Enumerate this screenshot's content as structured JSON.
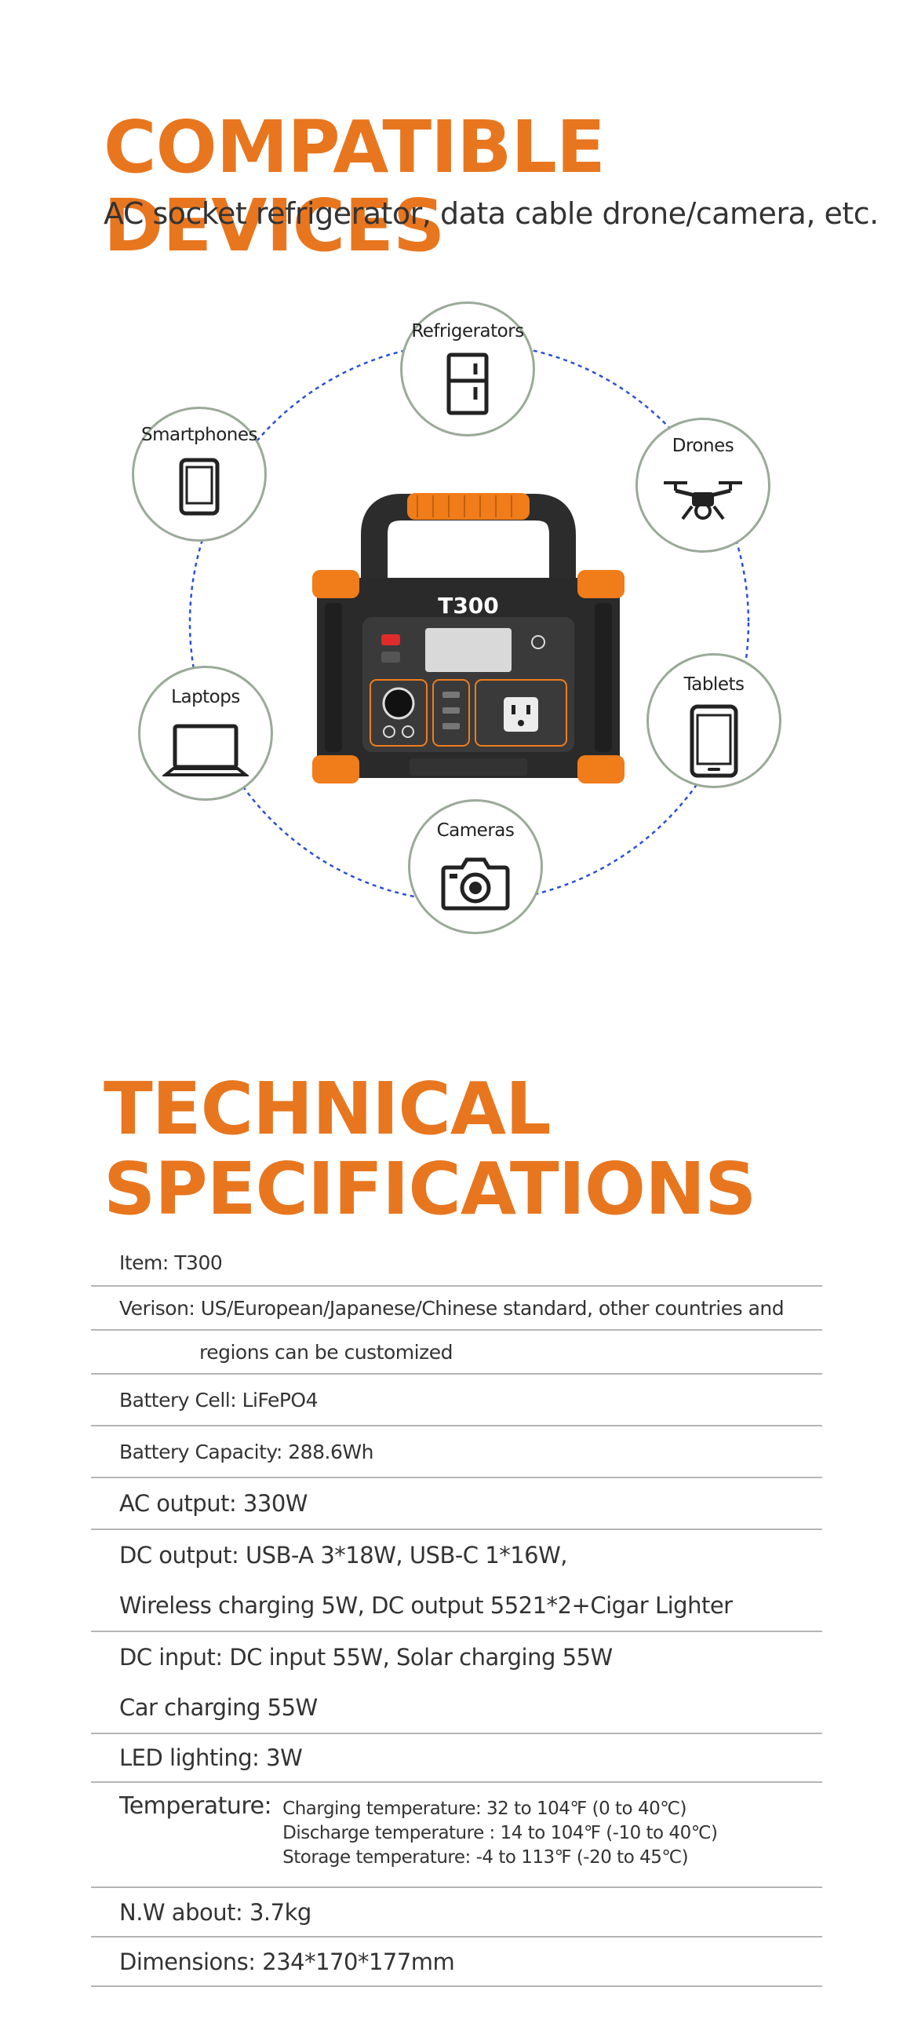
{
  "compatible": {
    "title": "COMPATIBLE DEVICES",
    "subtitle": "AC socket refrigerator, data cable drone/camera, etc.",
    "devices": {
      "refrigerators": "Refrigerators",
      "smartphones": "Smartphones",
      "drones": "Drones",
      "laptops": "Laptops",
      "tablets": "Tablets",
      "cameras": "Cameras"
    },
    "product_label": "T300",
    "colors": {
      "accent": "#e8761f",
      "ring": "#2b4fd6",
      "circle_border": "#9aaa98"
    }
  },
  "technical": {
    "title_line1": "TECHNICAL",
    "title_line2": "SPECIFICATIONS",
    "rows": {
      "item": "Item: T300",
      "version_1": "Verison: US/European/Japanese/Chinese standard, other countries and",
      "version_2": "regions can be customized",
      "cell": "Battery Cell: LiFePO4",
      "capacity": "Battery Capacity: 288.6Wh",
      "ac": "AC output: 330W",
      "dc_out_1": "DC output: USB-A 3*18W,  USB-C 1*16W,",
      "dc_out_2": "Wireless charging 5W,  DC output 5521*2+Cigar Lighter",
      "dc_in_1": "DC input: DC input 55W,  Solar charging 55W",
      "dc_in_2": "Car charging 55W",
      "led": "LED lighting: 3W",
      "temp_key": "Temperature:",
      "temp_1": "Charging temperature:  32 to 104℉ (0 to 40℃)",
      "temp_2": "Discharge temperature :  14 to 104℉ (-10 to 40℃)",
      "temp_3": "Storage temperature:  -4 to 113℉ (-20 to 45℃)",
      "weight": "N.W about: 3.7kg",
      "dimensions": "Dimensions: 234*170*177mm"
    }
  }
}
